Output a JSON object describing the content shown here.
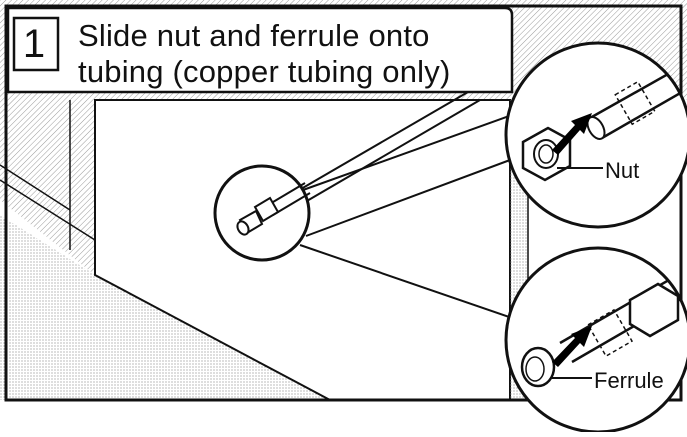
{
  "step": {
    "number": "1",
    "title_line_1": "Slide nut and ferrule onto",
    "title_line_2": "tubing (copper tubing only)"
  },
  "labels": {
    "nut": "Nut",
    "ferrule": "Ferrule"
  },
  "colors": {
    "line": "#111111",
    "hatch": "#9a9a9a",
    "arrow": "#000000",
    "background": "#ffffff"
  }
}
